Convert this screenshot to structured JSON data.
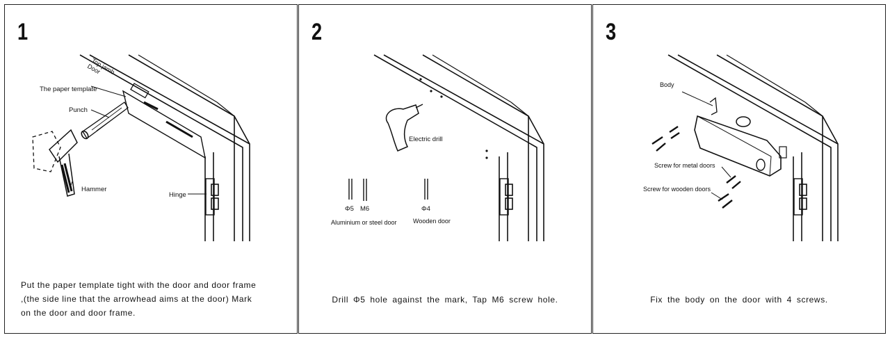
{
  "steps": [
    {
      "number": "1",
      "labels": {
        "top_jamb": "Top jamb",
        "door": "Door",
        "paper_template": "The paper template",
        "punch": "Punch",
        "hammer": "Hammer",
        "hinge": "Hinge"
      },
      "caption_lines": [
        "Put the paper template tight with the door and door frame",
        ",(the side line that the arrowhead aims at the door) Mark",
        "on the door and door frame."
      ]
    },
    {
      "number": "2",
      "labels": {
        "electric_drill": "Electric drill",
        "phi5": "Φ5",
        "m6": "M6",
        "phi4": "Φ4",
        "aluminium_steel": "Aluminium or steel door",
        "wooden_door": "Wooden door"
      },
      "caption": "Drill Φ5 hole against the mark, Tap M6 screw hole."
    },
    {
      "number": "3",
      "labels": {
        "body": "Body",
        "screw_metal": "Screw for metal doors",
        "screw_wooden": "Screw for wooden doors"
      },
      "caption": "Fix the body on the door with 4 screws."
    }
  ]
}
